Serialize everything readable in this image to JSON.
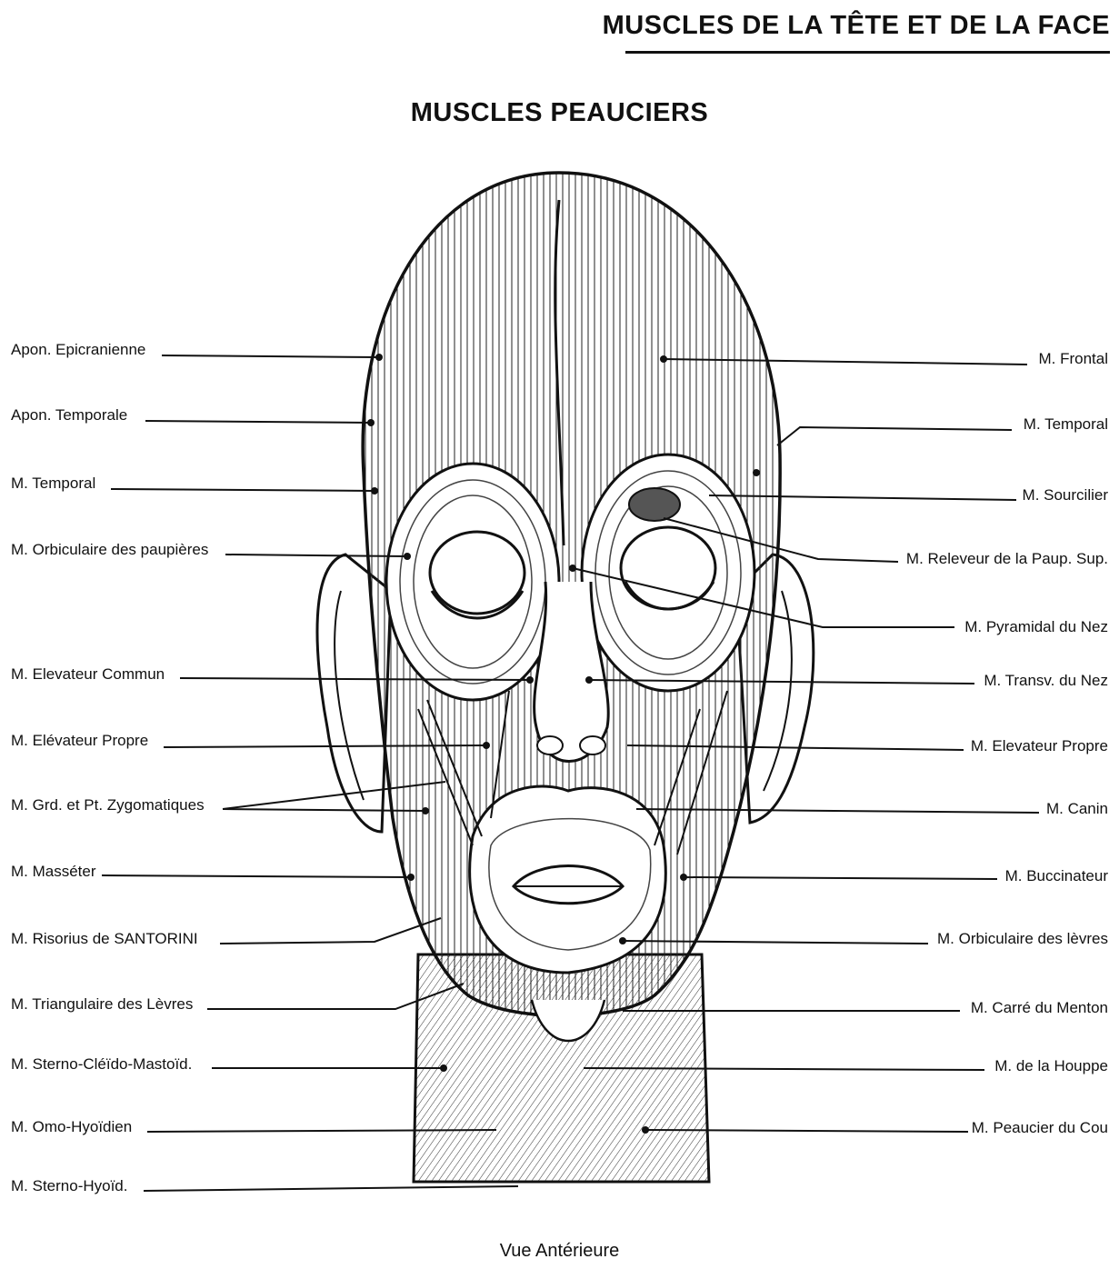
{
  "header": {
    "title": "MUSCLES DE LA TÊTE ET DE LA FACE"
  },
  "subtitle": "MUSCLES PEAUCIERS",
  "caption": "Vue Antérieure",
  "labels_left": [
    "Apon. Epicranienne",
    "Apon. Temporale",
    "M. Temporal",
    "M. Orbiculaire des paupières",
    "M. Elevateur Commun",
    "M. Elévateur Propre",
    "M. Grd. et Pt. Zygomatiques",
    "M. Masséter",
    "M. Risorius de SANTORINI",
    "M. Triangulaire des Lèvres",
    "M. Sterno-Cléïdo-Mastoïd.",
    "M. Omo-Hyoïdien",
    "M. Sterno-Hyoïd."
  ],
  "labels_right": [
    "M. Frontal",
    "M. Temporal",
    "M. Sourcilier",
    "M. Releveur de la Paup. Sup.",
    "M. Pyramidal du Nez",
    "M. Transv. du Nez",
    "M. Elevateur Propre",
    "M. Canin",
    "M. Buccinateur",
    "M. Orbiculaire des lèvres",
    "M. Carré du Menton",
    "M. de la Houppe",
    "M. Peaucier du Cou"
  ]
}
